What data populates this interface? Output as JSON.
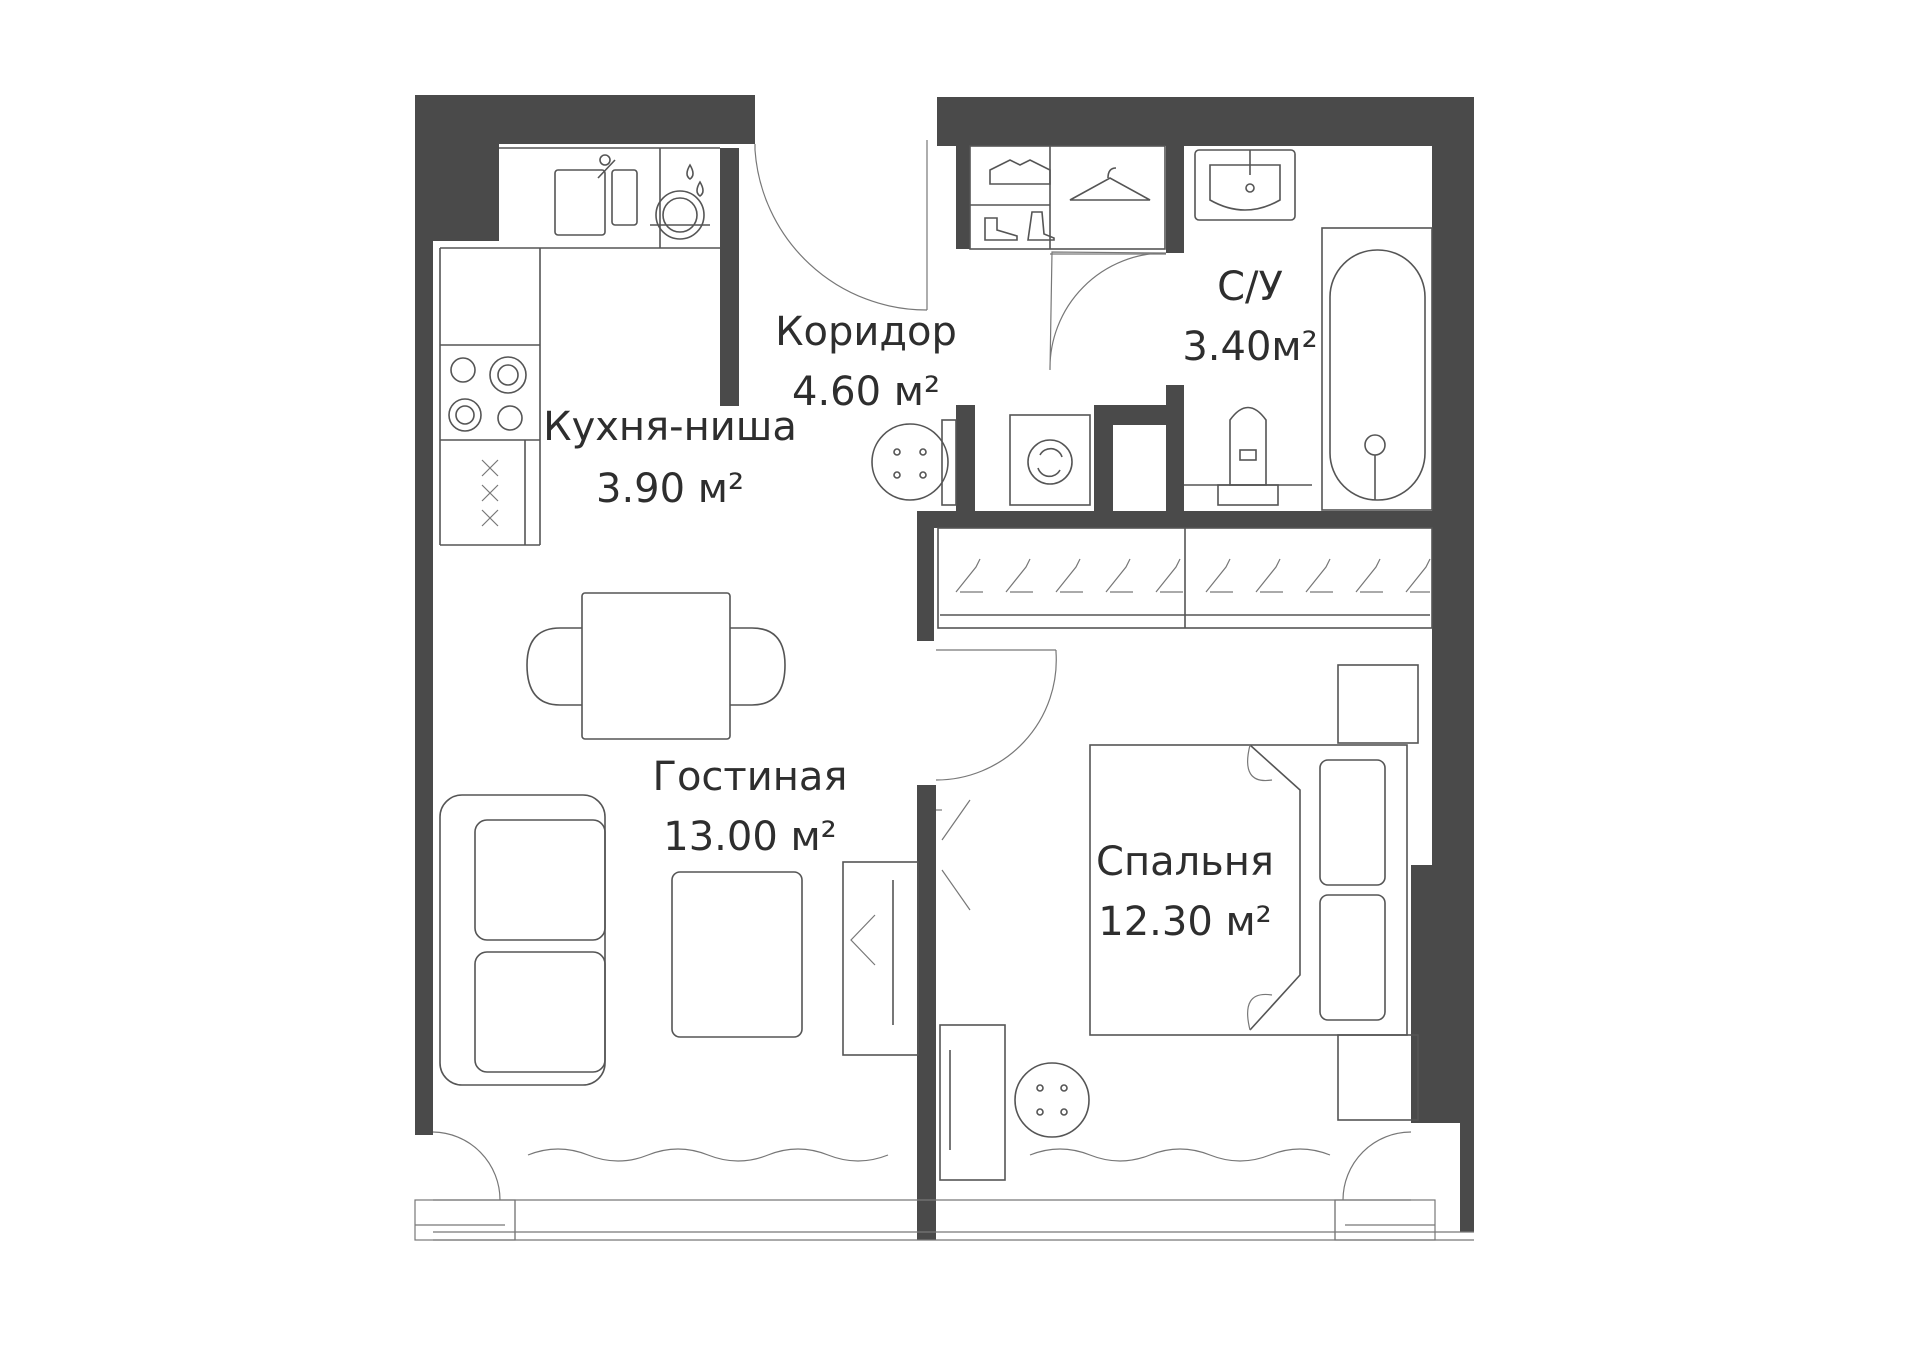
{
  "colors": {
    "wall": "#4a4a4a",
    "line": "#555555",
    "background": "#ffffff"
  },
  "rooms": {
    "kitchen": {
      "name": "Кухня-ниша",
      "area": "3.90 м²"
    },
    "corridor": {
      "name": "Коридор",
      "area": "4.60 м²"
    },
    "bathroom": {
      "name": "С/У",
      "area": "3.40м²"
    },
    "living": {
      "name": "Гостиная",
      "area": "13.00 м²"
    },
    "bedroom": {
      "name": "Спальня",
      "area": "12.30 м²"
    }
  },
  "icons": [
    "sink-icon",
    "faucet-icon",
    "drops-icon",
    "dishes-icon",
    "stove-icon",
    "shirt-icon",
    "hanger-icon",
    "shoes-icon",
    "washbasin-icon",
    "bathtub-icon",
    "toilet-icon",
    "washing-machine-icon",
    "pouf-icon",
    "wardrobe-hangers-icon",
    "dining-table-icon",
    "chair-icon",
    "sofa-icon",
    "rug-icon",
    "tv-stand-icon",
    "bed-icon",
    "nightstand-icon",
    "curtain-icon",
    "door-swing-icon"
  ]
}
